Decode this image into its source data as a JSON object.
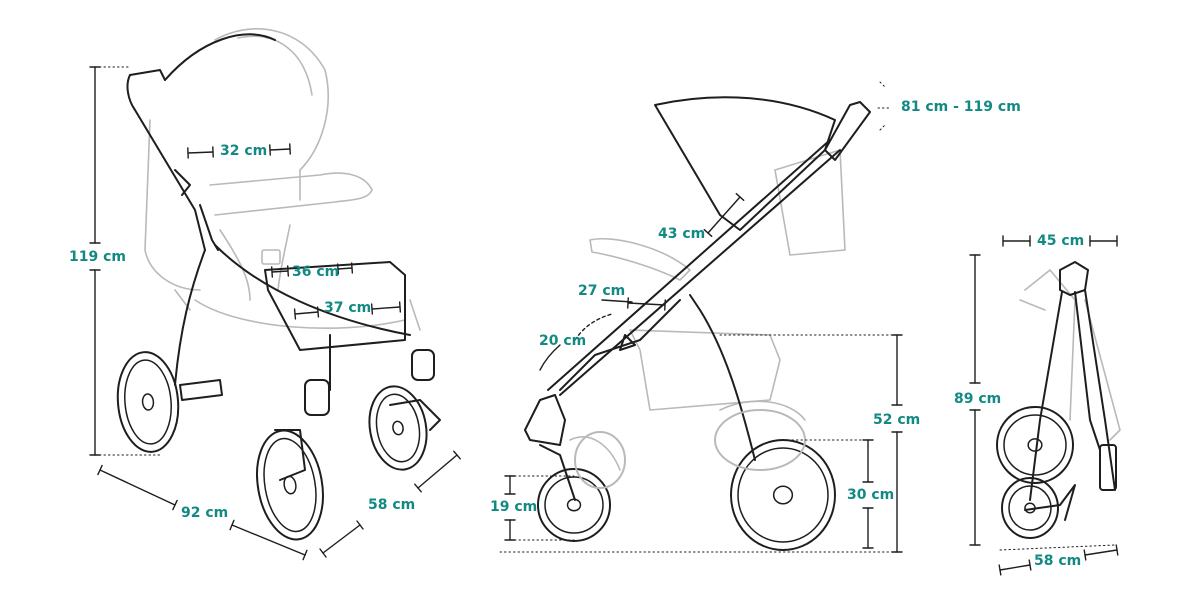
{
  "colors": {
    "accent": "#128a83",
    "outline": "#1e1e1e",
    "ghost": "#b9b9b9",
    "background": "#ffffff"
  },
  "front_view": {
    "overall_height": "119 cm",
    "overall_length": "92 cm",
    "overall_width": "58 cm",
    "backrest_width": "32 cm",
    "seat_width": "36 cm",
    "footrest_width": "37 cm"
  },
  "side_view": {
    "handle_height_range": "81 cm - 119 cm",
    "backrest_length": "43 cm",
    "seat_depth": "27 cm",
    "footrest_length": "20 cm",
    "seat_height": "52 cm",
    "rear_wheel_diameter": "30 cm",
    "front_wheel_diameter": "19 cm"
  },
  "folded_view": {
    "folded_length": "45 cm",
    "folded_height": "89 cm",
    "folded_width": "58 cm"
  }
}
